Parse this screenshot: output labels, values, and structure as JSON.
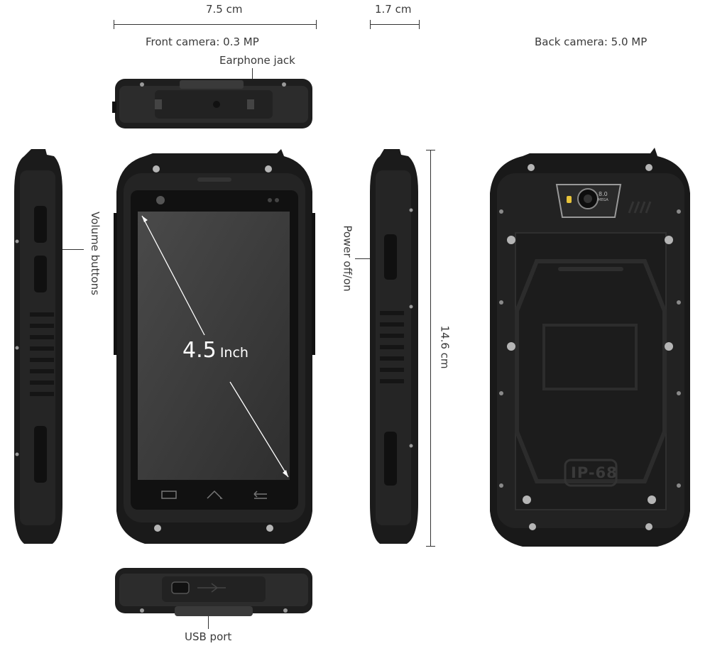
{
  "dimensions": {
    "width_label": "7.5 cm",
    "depth_label": "1.7 cm",
    "height_label": "14.6 cm"
  },
  "labels": {
    "front_camera": "Front camera: 0.3 MP",
    "back_camera": "Back camera: 5.0 MP",
    "earphone_jack": "Earphone jack",
    "volume_buttons": "Volume buttons",
    "power_button": "Power off/on",
    "usb_port": "USB port"
  },
  "screen": {
    "size_number": "4.5",
    "size_unit": "Inch"
  },
  "back": {
    "rating_badge": "IP-68",
    "camera_badge_top": "8.0",
    "camera_badge_bottom": "MEGA"
  },
  "colors": {
    "body": "#1b1b1b",
    "body_light": "#2e2e2e",
    "screen": "#3a3a3a",
    "screw": "#b5b5b5"
  }
}
